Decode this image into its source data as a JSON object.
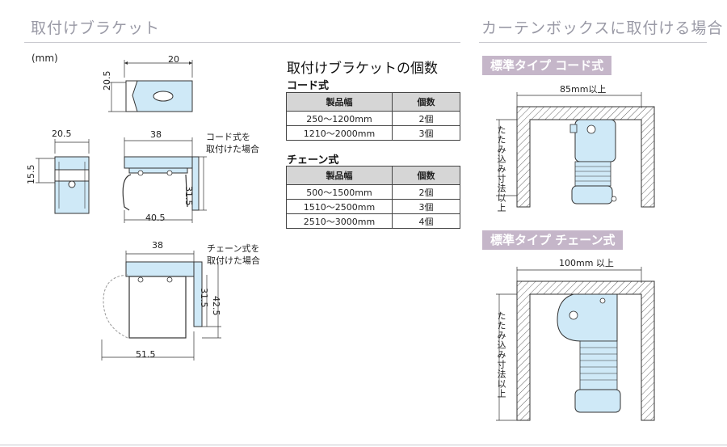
{
  "left_title": "取付けブラケット",
  "right_title": "カーテンボックスに取付ける場合",
  "unit": "(mm)",
  "bracket": {
    "top_width": "20",
    "top_height": "20.5",
    "side_width": "20.5",
    "side_height": "15.5"
  },
  "cord_mount": {
    "label_line1": "コード式を",
    "label_line2": "取付けた場合",
    "top": "38",
    "height": "31.5",
    "bottom": "40.5"
  },
  "chain_mount": {
    "label_line1": "チェーン式を",
    "label_line2": "取付けた場合",
    "top": "38",
    "height1": "31.5",
    "height2": "42.5",
    "bottom": "51.5"
  },
  "count_title": "取付けブラケットの個数",
  "cord_table": {
    "heading": "コード式",
    "headers": [
      "製品幅",
      "個数"
    ],
    "rows": [
      [
        "250～1200mm",
        "2個"
      ],
      [
        "1210～2000mm",
        "3個"
      ]
    ]
  },
  "chain_table": {
    "heading": "チェーン式",
    "headers": [
      "製品幅",
      "個数"
    ],
    "rows": [
      [
        "500～1500mm",
        "2個"
      ],
      [
        "1510～2500mm",
        "3個"
      ],
      [
        "2510～3000mm",
        "4個"
      ]
    ]
  },
  "std_cord": {
    "badge": "標準タイプ コード式",
    "width_label": "85mm以上",
    "depth_label": "たたみ込み寸法以上"
  },
  "std_chain": {
    "badge": "標準タイプ チェーン式",
    "width_label": "100mm 以上",
    "depth_label": "たたみ込み寸法以上"
  },
  "colors": {
    "accent": "#c5b6c9",
    "part": "#cfe9f7",
    "table_head": "#d6d6d6"
  }
}
